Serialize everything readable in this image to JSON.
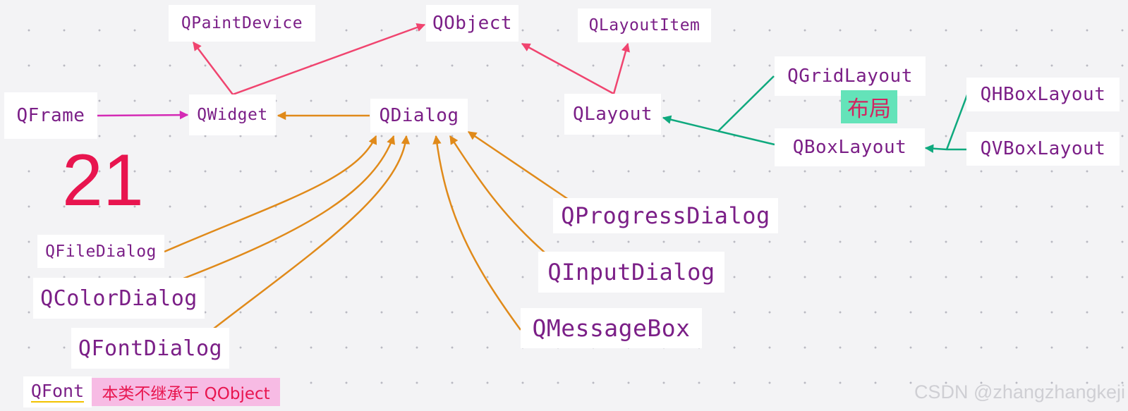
{
  "nodes": {
    "qpaintdevice": "QPaintDevice",
    "qobject": "QObject",
    "qlayoutitem": "QLayoutItem",
    "qframe": "QFrame",
    "qwidget": "QWidget",
    "qdialog": "QDialog",
    "qlayout": "QLayout",
    "qgridlayout": "QGridLayout",
    "qboxlayout": "QBoxLayout",
    "qhboxlayout": "QHBoxLayout",
    "qvboxlayout": "QVBoxLayout",
    "qprogressdialog": "QProgressDialog",
    "qinputdialog": "QInputDialog",
    "qmessagebox": "QMessageBox",
    "qfiledialog": "QFileDialog",
    "qcolordialog": "QColorDialog",
    "qfontdialog": "QFontDialog"
  },
  "count_label": "21",
  "layout_tag": "布局",
  "qfont": "QFont",
  "qfont_note": "本类不继承于 QObject",
  "watermark": "CSDN @zhangzhangkeji",
  "colors": {
    "node_text": "#7b1f87",
    "qobject_arrows": "#f0446f",
    "frame_arrow": "#d42bb5",
    "dialog_arrows": "#e08a1a",
    "layout_arrows": "#0fa97e",
    "count": "#e8154f",
    "layout_tag_bg": "#64e3b9",
    "note_bg": "#f7bbe4"
  }
}
